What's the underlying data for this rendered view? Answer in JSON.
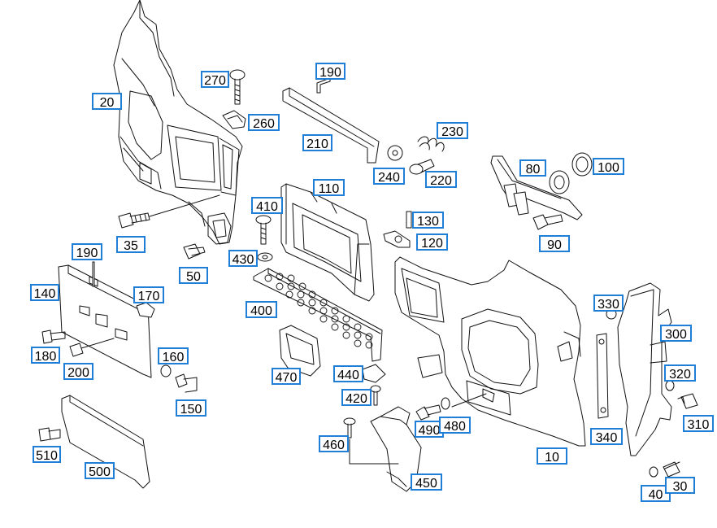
{
  "diagram": {
    "callouts": {
      "c20": "20",
      "c270": "270",
      "c260": "260",
      "c190a": "190",
      "c210": "210",
      "c230": "230",
      "c240": "240",
      "c220": "220",
      "c80": "80",
      "c100": "100",
      "c110": "110",
      "c410": "410",
      "c130": "130",
      "c120": "120",
      "c90": "90",
      "c35": "35",
      "c50": "50",
      "c430": "430",
      "c190b": "190",
      "c140": "140",
      "c170": "170",
      "c400": "400",
      "c330": "330",
      "c300": "300",
      "c180": "180",
      "c200": "200",
      "c160": "160",
      "c470": "470",
      "c440": "440",
      "c320": "320",
      "c150": "150",
      "c420": "420",
      "c310": "310",
      "c490": "490",
      "c480": "480",
      "c340": "340",
      "c460": "460",
      "c510": "510",
      "c10": "10",
      "c500": "500",
      "c450": "450",
      "c40": "40",
      "c30": "30"
    },
    "colors": {
      "callout_border": "#1f7fd6",
      "line": "#111111",
      "fill": "#ffffff"
    }
  }
}
